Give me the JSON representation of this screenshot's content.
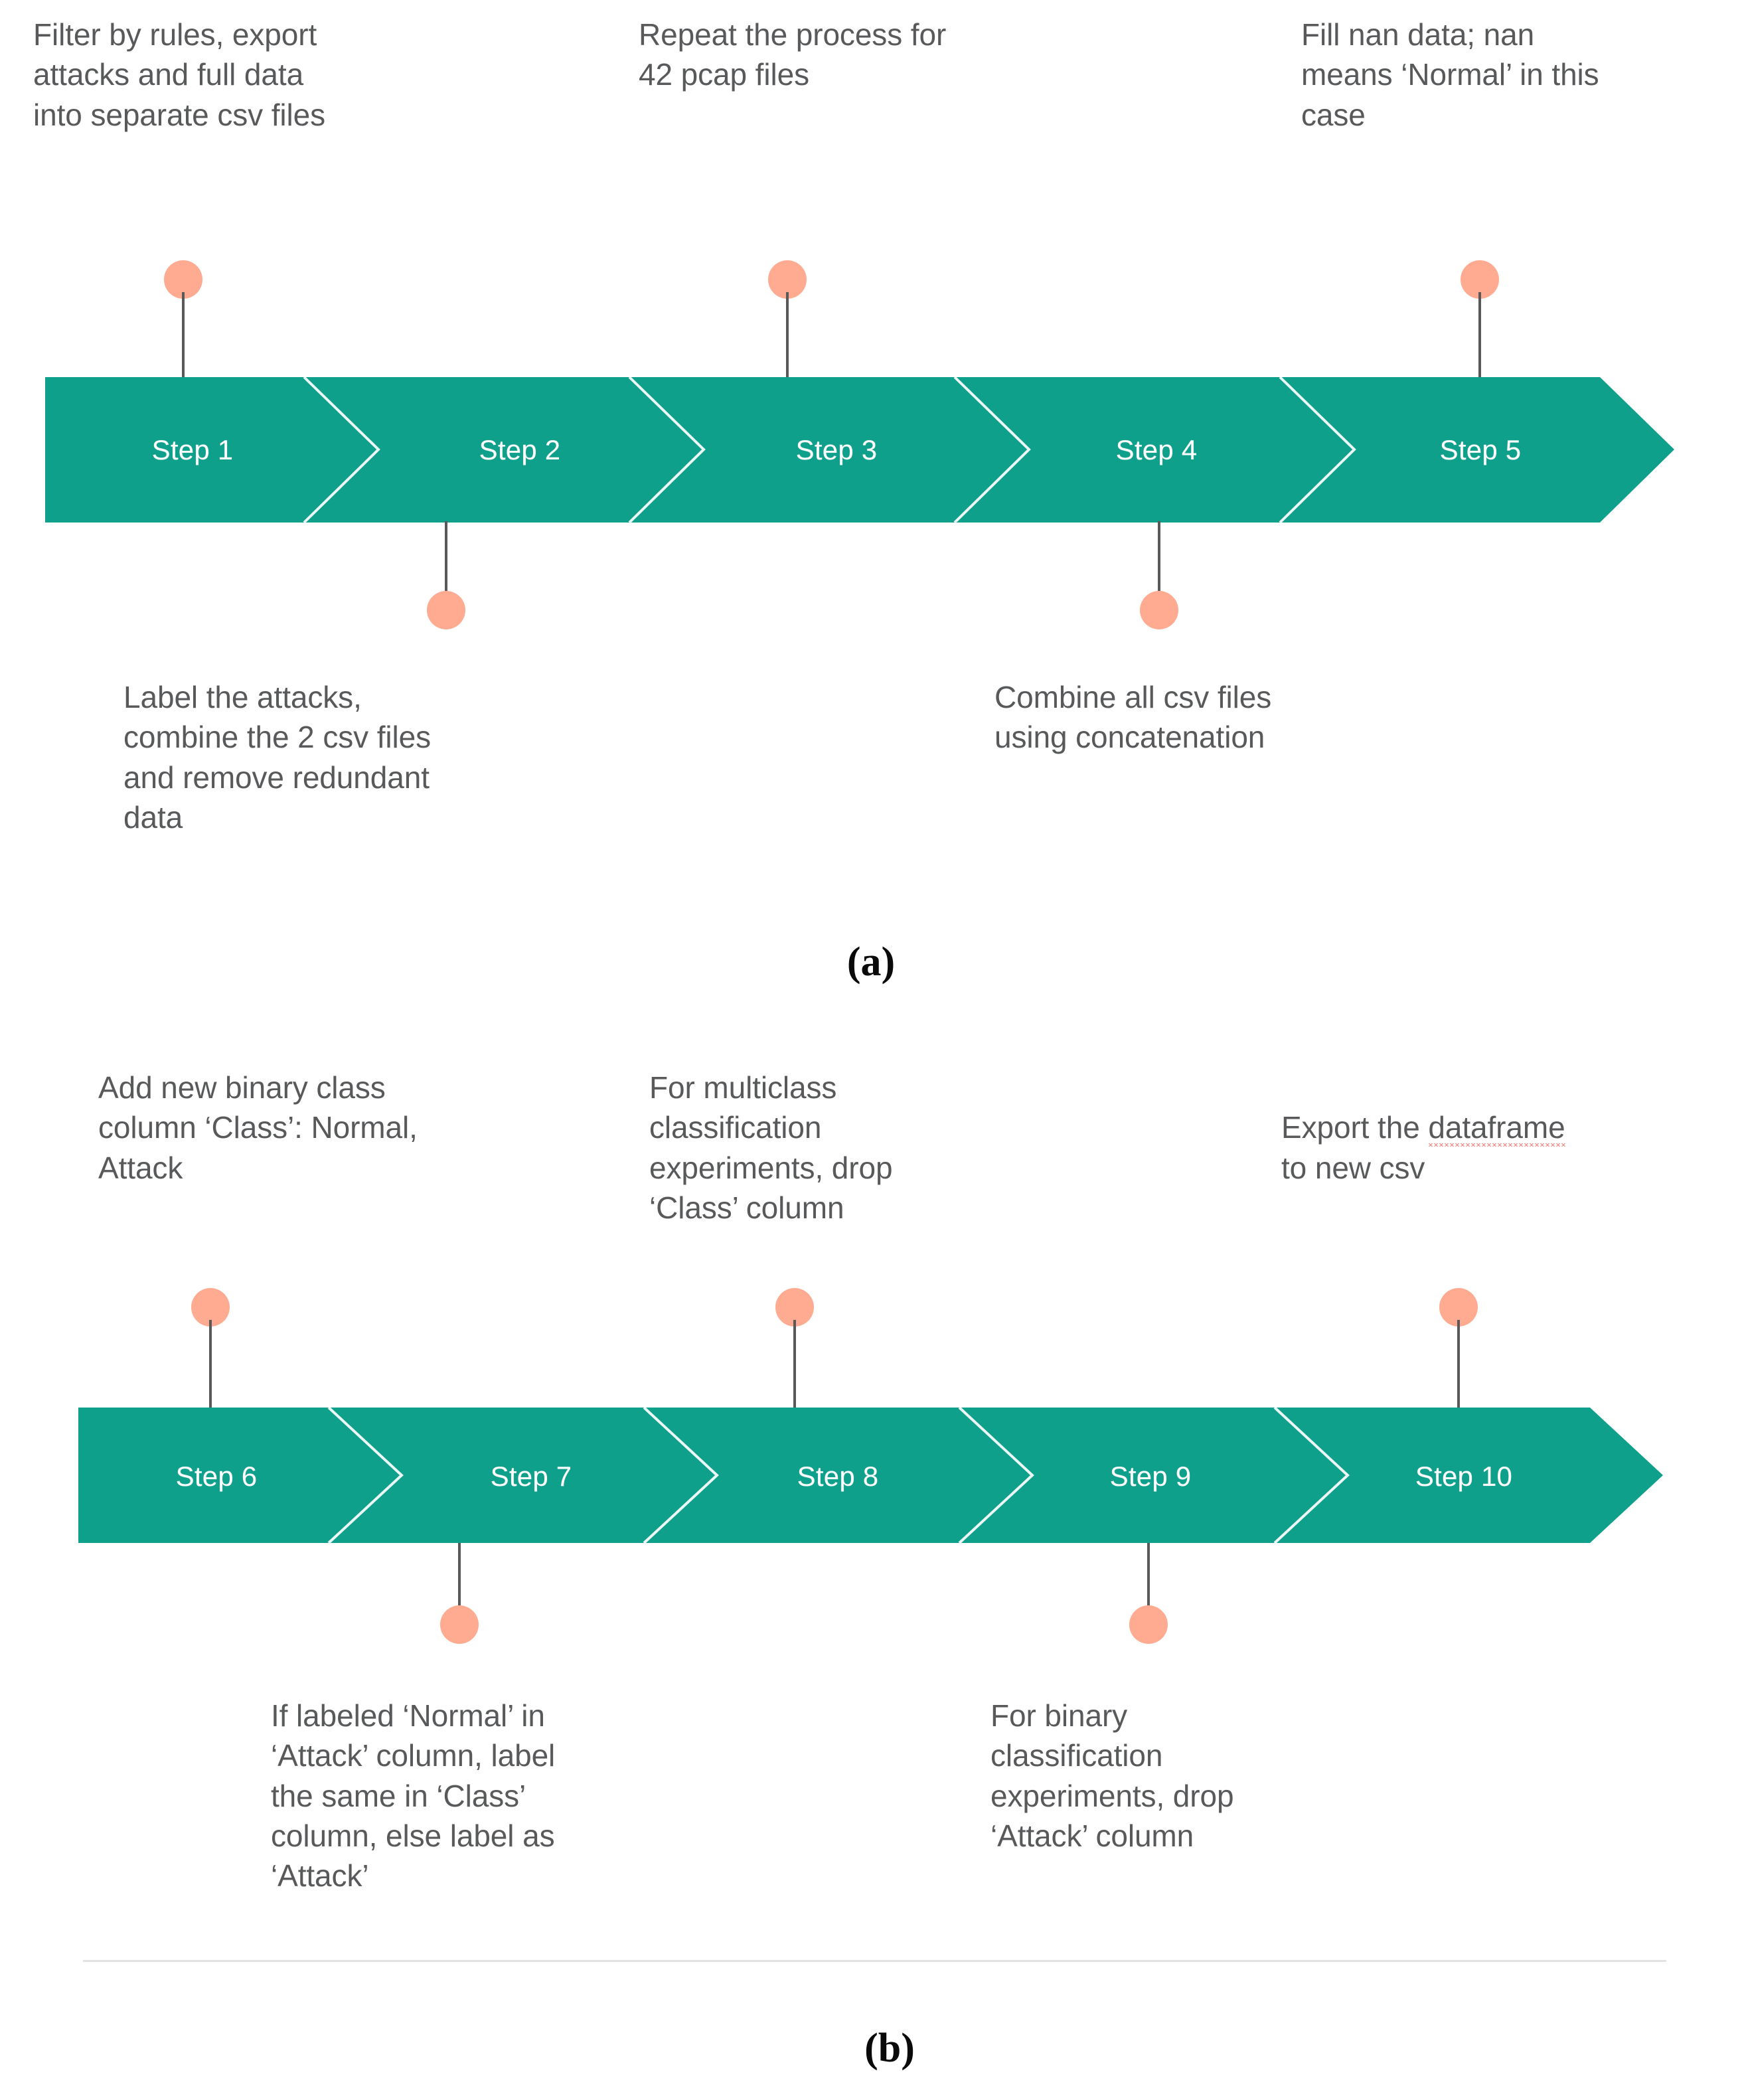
{
  "colors": {
    "arrow_teal": "#0fa08c",
    "divider_white": "#ffffff",
    "dot_salmon": "#ffab91",
    "stem_gray": "#595959",
    "text_gray": "#58595b",
    "step_label_white": "#ffffff",
    "caption_black": "#0a0a0a",
    "spellcheck_red": "#f4837a",
    "rule_gray": "#e3e3e3"
  },
  "panel_a": {
    "caption": "(a)",
    "steps": [
      {
        "label": "Step 1"
      },
      {
        "label": "Step 2"
      },
      {
        "label": "Step 3"
      },
      {
        "label": "Step 4"
      },
      {
        "label": "Step 5"
      }
    ],
    "callouts_above": [
      {
        "step": "Step 1",
        "text": "Filter by rules, export\nattacks and full data\ninto separate csv files"
      },
      {
        "step": "Step 3",
        "text": "Repeat the process for\n42 pcap files"
      },
      {
        "step": "Step 5",
        "text": "Fill nan data; nan\nmeans ‘Normal’ in this\ncase"
      }
    ],
    "callouts_below": [
      {
        "step": "Step 2",
        "text": "Label the attacks,\ncombine the 2 csv files\nand remove redundant\ndata"
      },
      {
        "step": "Step 4",
        "text": "Combine all csv files\nusing concatenation"
      }
    ]
  },
  "panel_b": {
    "caption": "(b)",
    "steps": [
      {
        "label": "Step 6"
      },
      {
        "label": "Step 7"
      },
      {
        "label": "Step 8"
      },
      {
        "label": "Step 9"
      },
      {
        "label": "Step 10"
      }
    ],
    "callouts_above": [
      {
        "step": "Step 6",
        "text": "Add new binary class\ncolumn ‘Class’: Normal,\nAttack"
      },
      {
        "step": "Step 8",
        "text": "For multiclass\nclassification\nexperiments, drop\n‘Class’ column"
      },
      {
        "step": "Step 10",
        "text_before": "Export the ",
        "text_misspelled": "dataframe",
        "text_after": "\nto new csv"
      }
    ],
    "callouts_below": [
      {
        "step": "Step 7",
        "text": "If labeled ‘Normal’ in\n‘Attack’ column, label\nthe same in ‘Class’\ncolumn, else label as\n‘Attack’"
      },
      {
        "step": "Step 9",
        "text": "For binary\nclassification\nexperiments, drop\n‘Attack’ column"
      }
    ]
  }
}
